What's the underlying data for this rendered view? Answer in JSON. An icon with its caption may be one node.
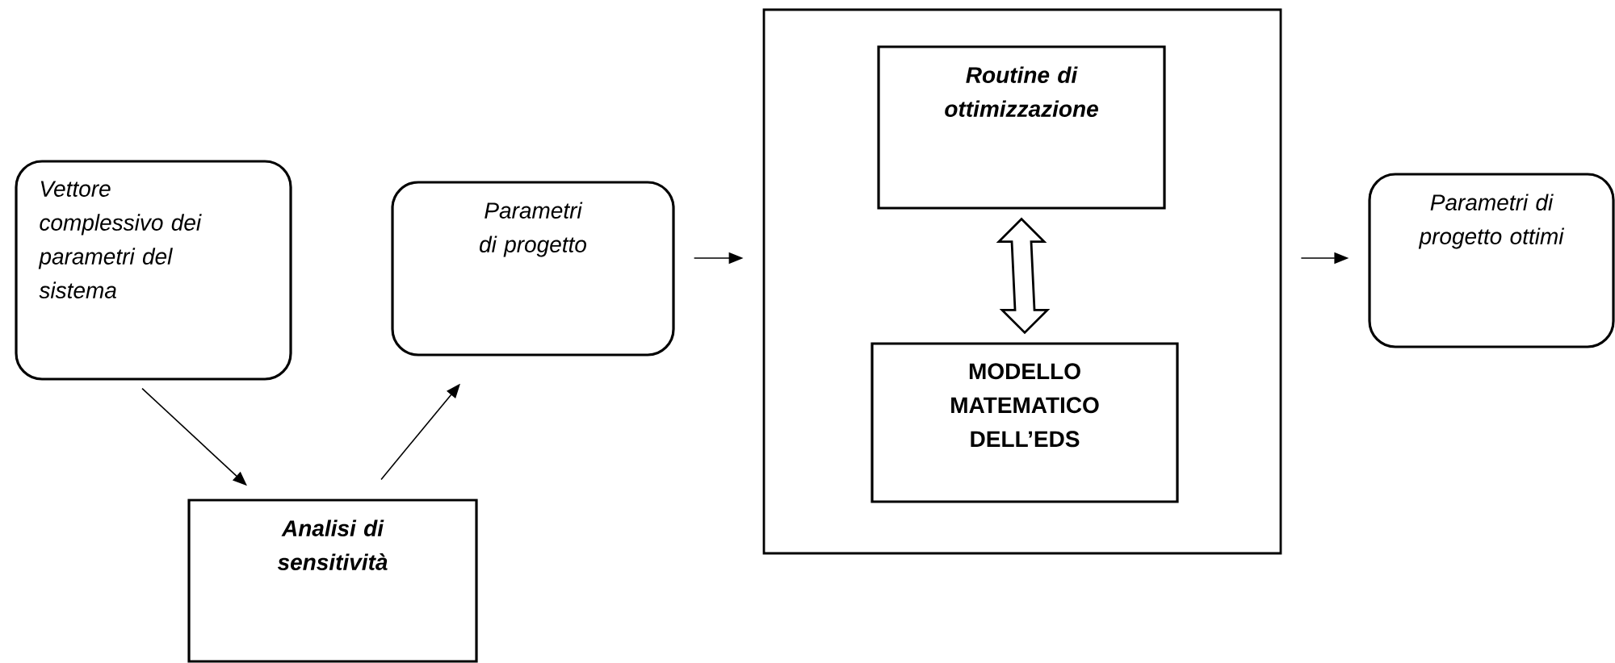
{
  "diagram": {
    "nodes": [
      {
        "text": [
          "Vettore complessivo dei parametri del sistema"
        ]
      },
      {
        "text": [
          "Parametri di progetto"
        ]
      },
      {
        "text": [
          "Analisi di sensitività"
        ]
      },
      {
        "text": [],
        "shape": "box"
      },
      {
        "text": [
          "Routine di ottimizzazione"
        ],
        "in": 3
      },
      {
        "text": [
          "MODELLO MATEMATICO DELL’EDS"
        ],
        "in": 3
      },
      {
        "text": [
          "Parametri di progetto ottimi"
        ]
      }
    ],
    "edges": [
      {
        "from": 0,
        "to": 2,
        "arrow": "to"
      },
      {
        "from": 2,
        "to": 1,
        "arrow": "to"
      },
      {
        "from": 1,
        "to": 3,
        "arrow": "to"
      },
      {
        "from": 3,
        "to": 6,
        "arrow": "to"
      },
      {
        "from": 4,
        "to": 5,
        "arrow": "both",
        "style": "thick"
      }
    ]
  }
}
